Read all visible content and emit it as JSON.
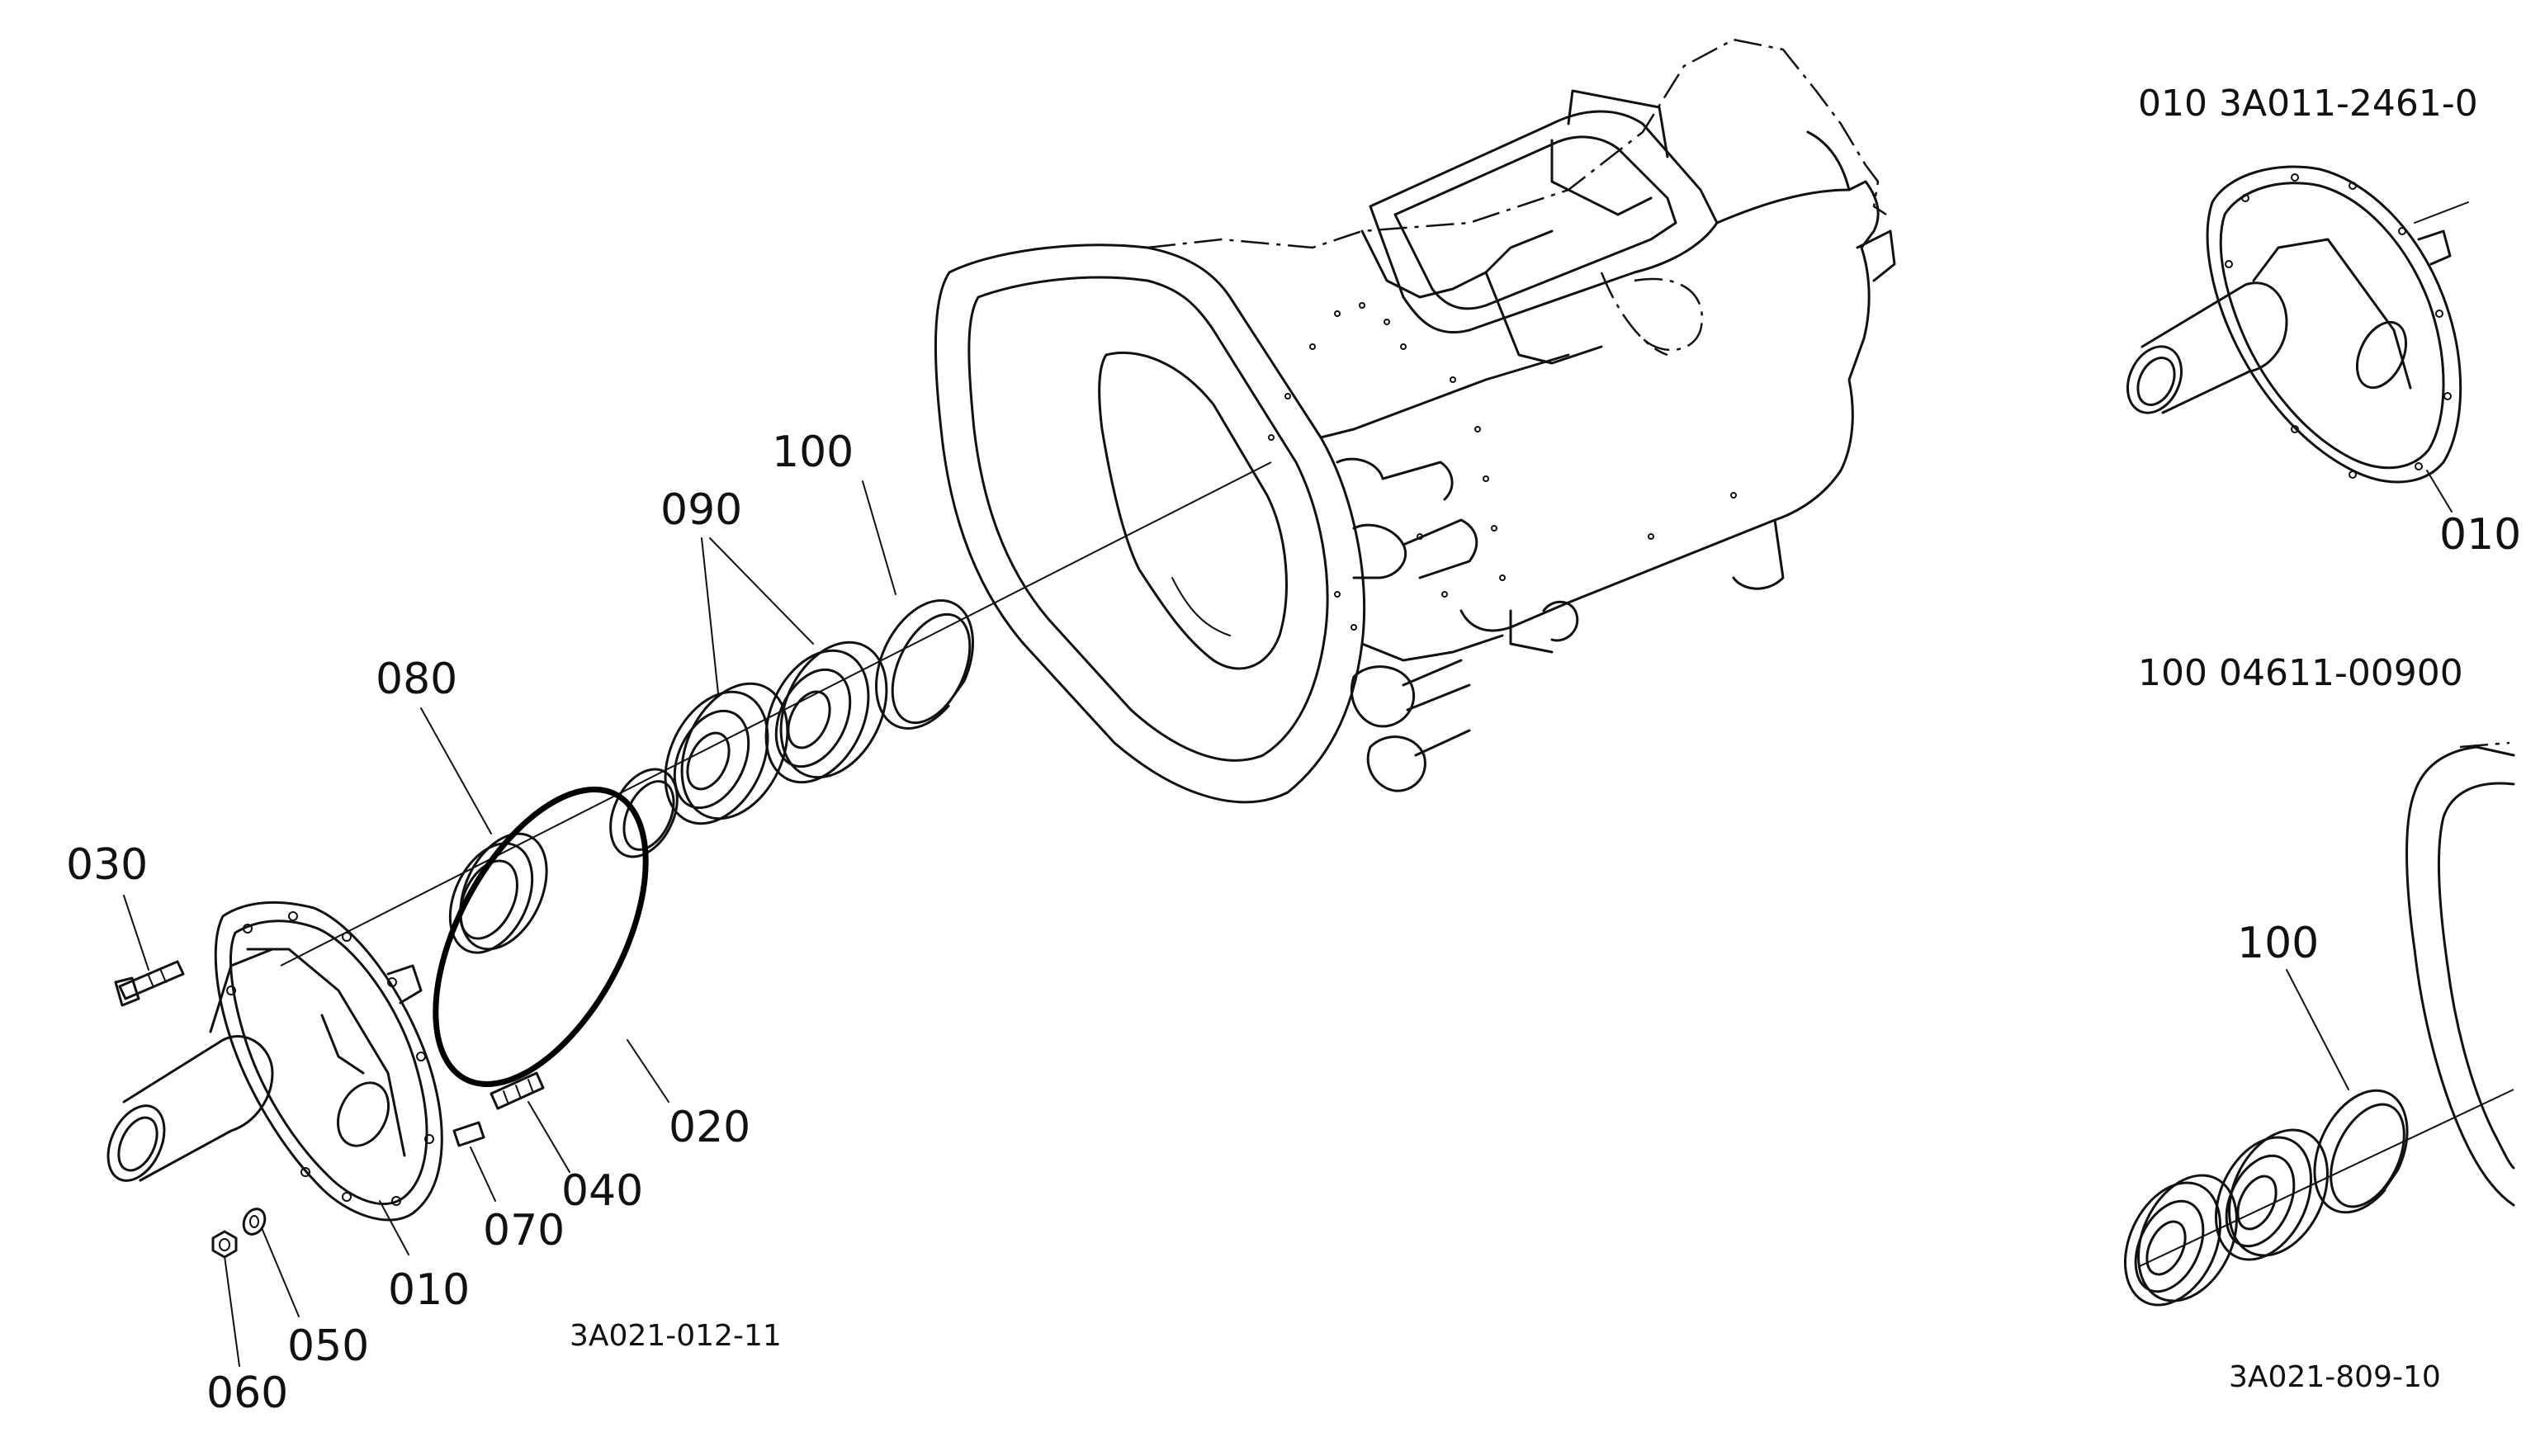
{
  "callouts": {
    "c010": "010",
    "c020": "020",
    "c030": "030",
    "c040": "040",
    "c050": "050",
    "c060": "060",
    "c070": "070",
    "c080": "080",
    "c090": "090",
    "c100": "100"
  },
  "main_diagram": {
    "ref_code": "3A021-012-11"
  },
  "inset_010": {
    "header": "010  3A011-2461-0",
    "label": "010"
  },
  "inset_100": {
    "header": "100  04611-00900",
    "label": "100",
    "ref_code": "3A021-809-10"
  }
}
